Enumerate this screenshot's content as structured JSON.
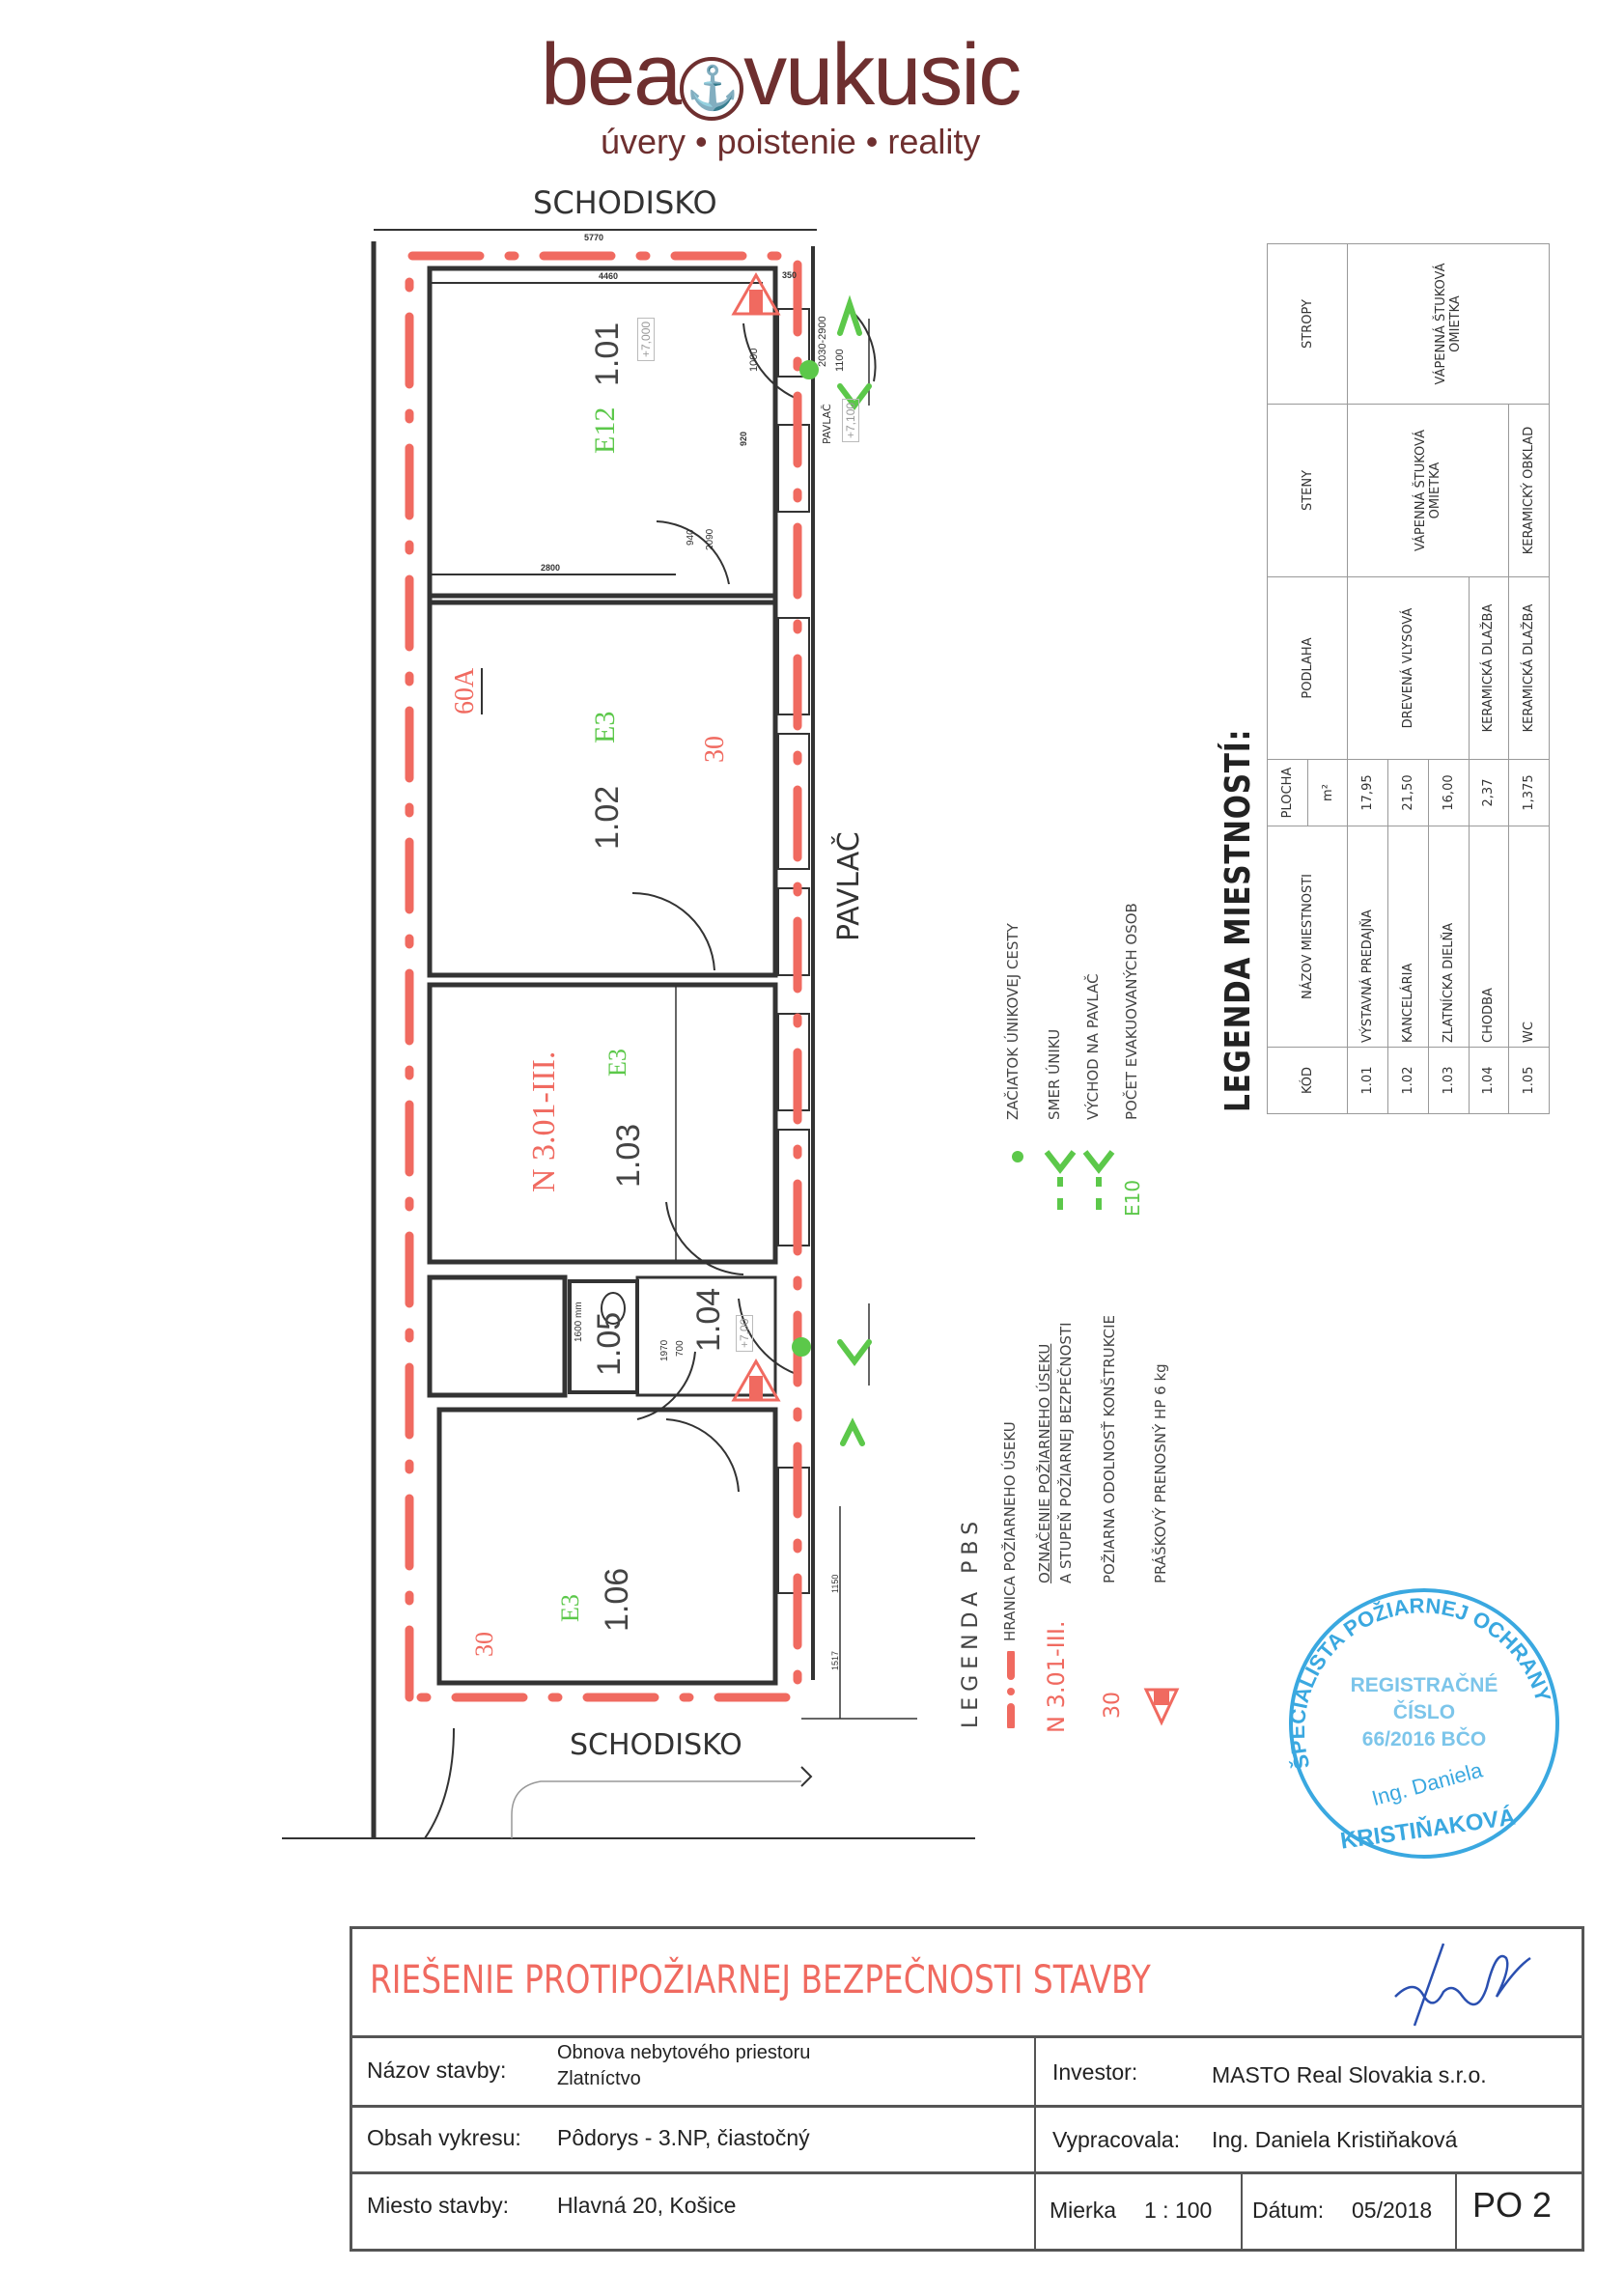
{
  "plan": {
    "stair_top": "SCHODISKO",
    "stair_bottom": "SCHODISKO",
    "gallery": "PAVLAČ",
    "gallery_small": "PAVLAČ",
    "dims": {
      "total_width": "5770",
      "room101_width": "4460",
      "d350": "350",
      "d2800": "2800",
      "d920": "920",
      "d1000": "1000",
      "d1100": "1100",
      "d2030": "2030-2900",
      "d940": "940",
      "d2090": "2090",
      "d1150": "1150",
      "d1517": "1517",
      "d1970": "1970",
      "d700": "700",
      "d1600": "1600 mm"
    },
    "levels": {
      "l1": "+7,000",
      "l2": "+7,100",
      "l3": "+7,00"
    },
    "rooms": [
      {
        "code": "1.01",
        "evac": "E12"
      },
      {
        "code": "1.02",
        "evac": "E3"
      },
      {
        "code": "1.03",
        "evac": "E3"
      },
      {
        "code": "1.04"
      },
      {
        "code": "1.05"
      },
      {
        "code": "1.06",
        "evac": "E3"
      }
    ],
    "fire_marks": {
      "section": "N 3.01-III.",
      "r60a": "60A",
      "r30a": "30",
      "r30b": "30"
    }
  },
  "watermark": {
    "brand_left": "bea",
    "brand_right": "vukusic",
    "tagline": "úvery • poistenie • reality"
  },
  "room_legend": {
    "title": "LEGENDA MIESTNOSTÍ:",
    "headers": {
      "code": "KÓD",
      "name": "NÁZOV MIESTNOSTI",
      "area": "PLOCHA",
      "unit": "m²",
      "floor": "PODLAHA",
      "walls": "STENY",
      "ceiling": "STROPY"
    },
    "rows": [
      {
        "code": "1.01",
        "name": "VÝSTAVNÁ PREDAJŇA",
        "area": "17,95"
      },
      {
        "code": "1.02",
        "name": "KANCELÁRIA",
        "area": "21,50"
      },
      {
        "code": "1.03",
        "name": "ZLATNÍCKA DIELŇA",
        "area": "16,00"
      },
      {
        "code": "1.04",
        "name": "CHODBA",
        "area": "2,37",
        "floor": "KERAMICKÁ DLAŽBA"
      },
      {
        "code": "1.05",
        "name": "WC",
        "area": "1,375",
        "floor": "KERAMICKÁ DLAŽBA",
        "walls": "KERAMICKÝ OBKLAD"
      }
    ],
    "floor_wood": "DREVENÁ VLYSOVÁ",
    "walls_plaster": "VÁPENNÁ ŠTUKOVÁ OMIETKA",
    "ceiling_plaster": "VÁPENNÁ ŠTUKOVÁ OMIETKA"
  },
  "pbs_legend": {
    "title": "LEGENDA  PBS",
    "items": [
      {
        "text": "HRANICA POŽIARNEHO ÚSEKU"
      },
      {
        "symbol": "N 3.01-III.",
        "text": "OZNAČENIE POŽIARNEHO ÚSEKU",
        "text2": "A STUPEŇ POŽIARNEJ BEZPEČNOSTI"
      },
      {
        "symbol": "30",
        "text": "POŽIARNA ODOLNOSŤ KONŠTRUKCIE"
      },
      {
        "text": "PRÁŠKOVÝ PRENOSNÝ HP  6 kg"
      }
    ],
    "escape": [
      {
        "text": "ZAČIATOK ÚNIKOVEJ CESTY"
      },
      {
        "text": "SMER ÚNIKU"
      },
      {
        "text": "VÝCHOD NA PAVLAČ"
      },
      {
        "symbol": "E10",
        "text": "POČET EVAKUOVANÝCH OSOB"
      }
    ]
  },
  "stamp": {
    "ring_top": "ŠPECIALISTA POŽIARNEJ OCHRANY",
    "center1": "REGISTRAČNÉ",
    "center2": "ČÍSLO",
    "center3": "66/2016 BČO",
    "name1": "Ing. Daniela",
    "name2": "KRISTIŇAKOVÁ"
  },
  "title_block": {
    "title": "RIEŠENIE  PROTIPOŽIARNEJ  BEZPEČNOSTI  STAVBY",
    "building_label": "Názov stavby:",
    "building_value1": "Obnova nebytového priestoru",
    "building_value2": "Zlatníctvo",
    "content_label": "Obsah vykresu:",
    "content_value": "Pôdorys - 3.NP, čiastočný",
    "place_label": "Miesto stavby:",
    "place_value": "Hlavná 20, Košice",
    "investor_label": "Investor:",
    "investor_value": "MASTO Real Slovakia s.r.o.",
    "author_label": "Vypracovala:",
    "author_value": "Ing. Daniela Kristiňaková",
    "scale_label": "Mierka",
    "scale_value": "1 : 100",
    "date_label": "Dátum:",
    "date_value": "05/2018",
    "sheet": "PO 2"
  },
  "colors": {
    "fire_red": "#f06a60",
    "escape_green": "#5cc84a",
    "stamp_blue": "#3aa8e0",
    "watermark": "#6e2f2f",
    "ink": "#333333"
  }
}
